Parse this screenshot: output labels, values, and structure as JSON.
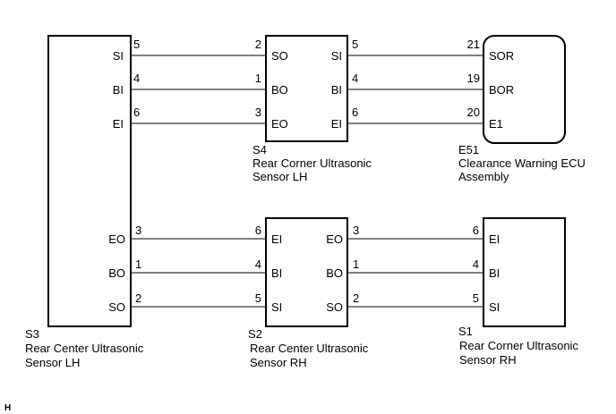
{
  "components": {
    "s3": {
      "code": "S3",
      "name_line1": "Rear Center Ultrasonic",
      "name_line2": "Sensor LH",
      "pins": {
        "si": "SI",
        "bi": "BI",
        "ei": "EI",
        "eo": "EO",
        "bo": "BO",
        "so": "SO"
      }
    },
    "s4": {
      "code": "S4",
      "name_line1": "Rear Corner Ultrasonic",
      "name_line2": "Sensor LH",
      "pins": {
        "so": "SO",
        "bo": "BO",
        "eo": "EO",
        "si": "SI",
        "bi": "BI",
        "ei": "EI"
      }
    },
    "e51": {
      "code": "E51",
      "name_line1": "Clearance Warning ECU",
      "name_line2": "Assembly",
      "pins": {
        "sor": "SOR",
        "bor": "BOR",
        "e1": "E1"
      }
    },
    "s2": {
      "code": "S2",
      "name_line1": "Rear Center Ultrasonic",
      "name_line2": "Sensor RH",
      "pins": {
        "ei": "EI",
        "bi": "BI",
        "si": "SI",
        "eo": "EO",
        "bo": "BO",
        "so": "SO"
      }
    },
    "s1": {
      "code": "S1",
      "name_line1": "Rear Corner Ultrasonic",
      "name_line2": "Sensor RH",
      "pins": {
        "ei": "EI",
        "bi": "BI",
        "si": "SI"
      }
    }
  },
  "pin_numbers": {
    "s3_si": "5",
    "s3_bi": "4",
    "s3_ei": "6",
    "s4_so": "2",
    "s4_bo": "1",
    "s4_eo": "3",
    "s4_si": "5",
    "s4_bi": "4",
    "s4_ei": "6",
    "e51_sor": "21",
    "e51_bor": "19",
    "e51_e1": "20",
    "s3_eo": "3",
    "s3_bo": "1",
    "s3_so": "2",
    "s2_ei": "6",
    "s2_bi": "4",
    "s2_si": "5",
    "s2_eo": "3",
    "s2_bo": "1",
    "s2_so": "2",
    "s1_ei": "6",
    "s1_bi": "4",
    "s1_si": "5"
  },
  "footer_mark": "H"
}
